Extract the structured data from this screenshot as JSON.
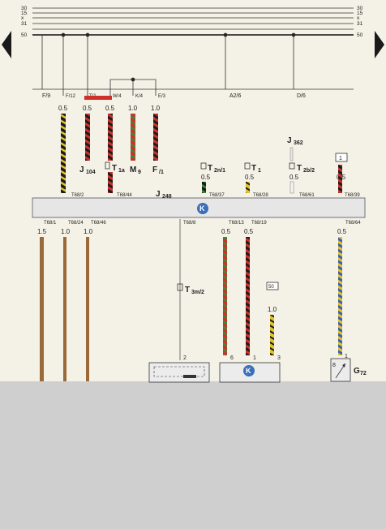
{
  "rails": [
    "30",
    "15",
    "x",
    "31",
    "50"
  ],
  "rails_right": [
    "30",
    "15",
    "x",
    "31",
    "50"
  ],
  "bus_labels": {
    "f9": "F/9",
    "a26": "A2/6",
    "d6": "D/6"
  },
  "top_pins": [
    {
      "pin": "F/12",
      "gauge": "0.5"
    },
    {
      "pin": "T/1",
      "gauge": "0.5"
    },
    {
      "pin": "W/4",
      "gauge": "0.5"
    },
    {
      "pin": "K/4",
      "gauge": "1.0"
    },
    {
      "pin": "E/3",
      "gauge": "1.0"
    }
  ],
  "components_top": {
    "j104": {
      "main": "J",
      "sub": "104"
    },
    "t1a": {
      "main": "T",
      "sub": "1a"
    },
    "m9": {
      "main": "M",
      "sub": "9"
    },
    "f1": {
      "main": "F",
      "sub": "/1"
    },
    "t2n1": {
      "main": "T",
      "sub": "2n/1"
    },
    "t1": {
      "main": "T",
      "sub": "1"
    },
    "j362": {
      "main": "J",
      "sub": "362"
    },
    "t2b2": {
      "main": "T",
      "sub": "2b/2"
    },
    "box1": "1"
  },
  "mid_gauges": {
    "t2n1": "0.5",
    "t1": "0.5",
    "t2b2": "0.5",
    "box1": "0.5"
  },
  "j248": {
    "main": "J",
    "sub": "248",
    "k": "K"
  },
  "connector_top": [
    "T68/2",
    "T68/44",
    "T68/37",
    "T68/28",
    "T68/61",
    "T68/39"
  ],
  "connector_bottom": [
    "T68/1",
    "T68/24",
    "T68/46",
    "T68/8",
    "T68/13",
    "T68/19",
    "T68/64"
  ],
  "bottom_gauges": {
    "t681": "1.5",
    "t6824": "1.0",
    "t6846": "1.0",
    "t6813": "0.5",
    "t6819": "0.5",
    "t6864": "0.5",
    "box50wire": "1.0"
  },
  "lower_components": {
    "t3m2": {
      "main": "T",
      "sub": "3m/2"
    },
    "box50": "50",
    "pins_k": [
      "6",
      "1",
      "3"
    ],
    "pin_2": "2",
    "pin_g": "1",
    "pin_8": "8",
    "g72": {
      "main": "G",
      "sub": "72"
    },
    "k2": "K"
  },
  "colors": {
    "paper": "#f4f1e6",
    "blank": "#cfcfcf",
    "wire_black": "#1c1c1c",
    "wire_red": "#d0302a",
    "wire_green": "#3a8a3a",
    "wire_yellow": "#e2c22a",
    "wire_blue": "#3a5fb0",
    "wire_brown": "#9a6a3a",
    "ecu_fill": "#e6e6e6",
    "k_circle": "#3b6fb8"
  }
}
